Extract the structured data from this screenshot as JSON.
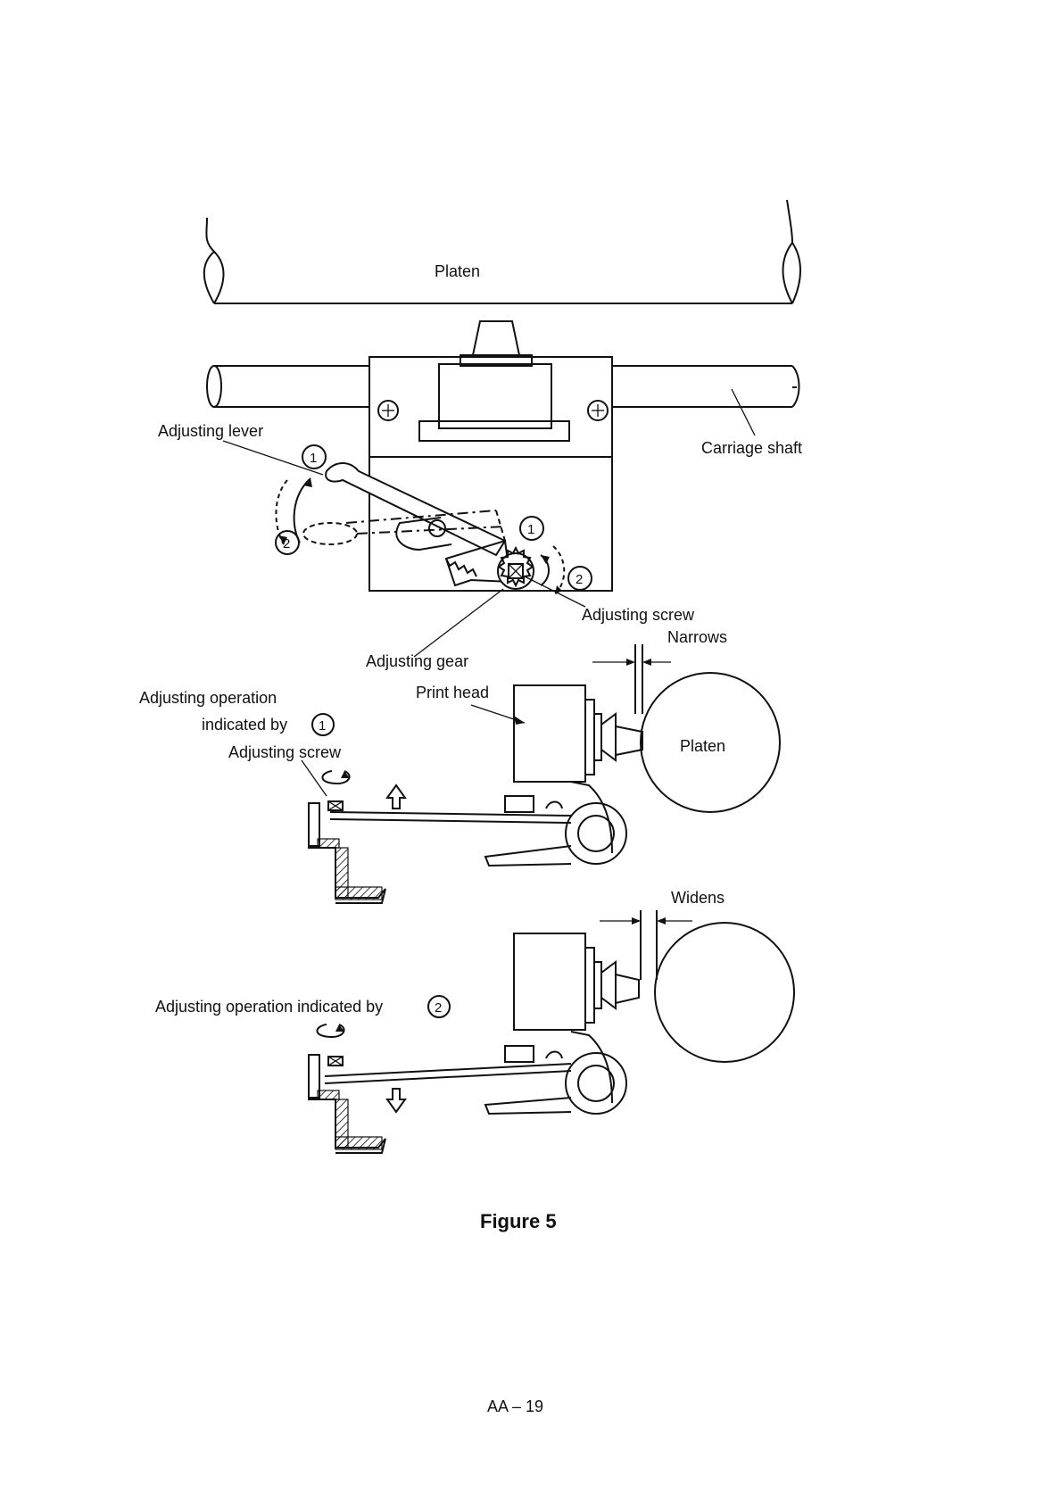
{
  "labels": {
    "platen_top": "Platen",
    "adjusting_lever": "Adjusting lever",
    "carriage_shaft": "Carriage shaft",
    "adjusting_screw_top": "Adjusting screw",
    "narrows": "Narrows",
    "adjusting_gear": "Adjusting gear",
    "adjusting_operation_1_line1": "Adjusting operation",
    "adjusting_operation_1_line2": "indicated by",
    "print_head": "Print head",
    "platen_mid": "Platen",
    "adjusting_screw_mid": "Adjusting screw",
    "widens": "Widens",
    "adjusting_operation_2": "Adjusting operation indicated by"
  },
  "markers": {
    "one": "1",
    "two": "2"
  },
  "figure_caption": "Figure 5",
  "page_number": "AA – 19"
}
